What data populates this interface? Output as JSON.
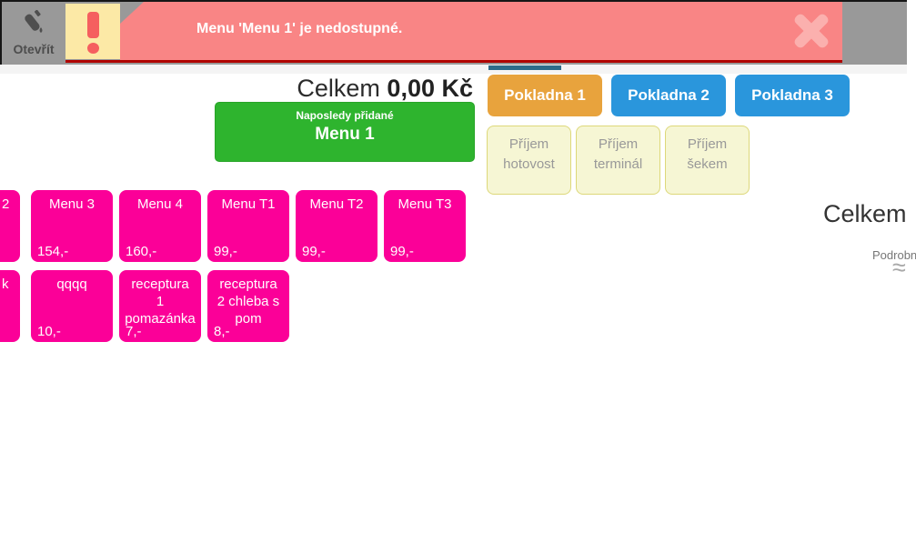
{
  "toolbar": {
    "open_button_label": "Otevřít",
    "notification": {
      "message": "Menu 'Menu 1' je nedostupné."
    }
  },
  "summary": {
    "total_label": "Celkem",
    "total_value": "0,00 Kč"
  },
  "last_added": {
    "caption": "Naposledy přidané",
    "name": "Menu 1"
  },
  "registers": {
    "items": [
      {
        "label": "Pokladna 1",
        "active": true
      },
      {
        "label": "Pokladna 2",
        "active": false
      },
      {
        "label": "Pokladna 3",
        "active": false
      }
    ]
  },
  "payments": {
    "items": [
      {
        "line1": "Příjem",
        "line2": "hotovost"
      },
      {
        "line1": "Příjem",
        "line2": "terminál"
      },
      {
        "line1": "Příjem",
        "line2": "šekem"
      }
    ]
  },
  "products": {
    "rows": [
      {
        "tiles": [
          {
            "partial": true,
            "visible_text": "2"
          },
          {
            "name_lines": [
              "Menu 3"
            ],
            "price": "154,-"
          },
          {
            "name_lines": [
              "Menu 4"
            ],
            "price": "160,-"
          },
          {
            "name_lines": [
              "Menu T1"
            ],
            "price": "99,-"
          },
          {
            "name_lines": [
              "Menu T2"
            ],
            "price": "99,-"
          },
          {
            "name_lines": [
              "Menu T3"
            ],
            "price": "99,-"
          }
        ]
      },
      {
        "tiles": [
          {
            "partial": true,
            "visible_text": "k"
          },
          {
            "name_lines": [
              "qqqq"
            ],
            "price": "10,-"
          },
          {
            "name_lines": [
              "receptura",
              "1",
              "pomazánka"
            ],
            "price": "7,-"
          },
          {
            "name_lines": [
              "receptura",
              "2 chleba s",
              "pom"
            ],
            "price": "8,-"
          }
        ]
      }
    ]
  },
  "receipt_panel": {
    "total_label": "Celkem",
    "details_label": "Podrobnosti",
    "collapse_icon_glyph": "≈"
  },
  "colors": {
    "toolbar_bg": "#999999",
    "banner_bg": "#f98585",
    "banner_underline": "#b00400",
    "warning_box_bg": "#fce9a6",
    "exclamation": "#f55f5f",
    "last_added_green": "#2eb42e",
    "register_active_orange": "#e8a33d",
    "register_blue": "#2a96dc",
    "payment_bg": "#f6f6d4",
    "tile_pink": "#fb0098",
    "tab_indicator_blue": "#2e6c8a"
  }
}
